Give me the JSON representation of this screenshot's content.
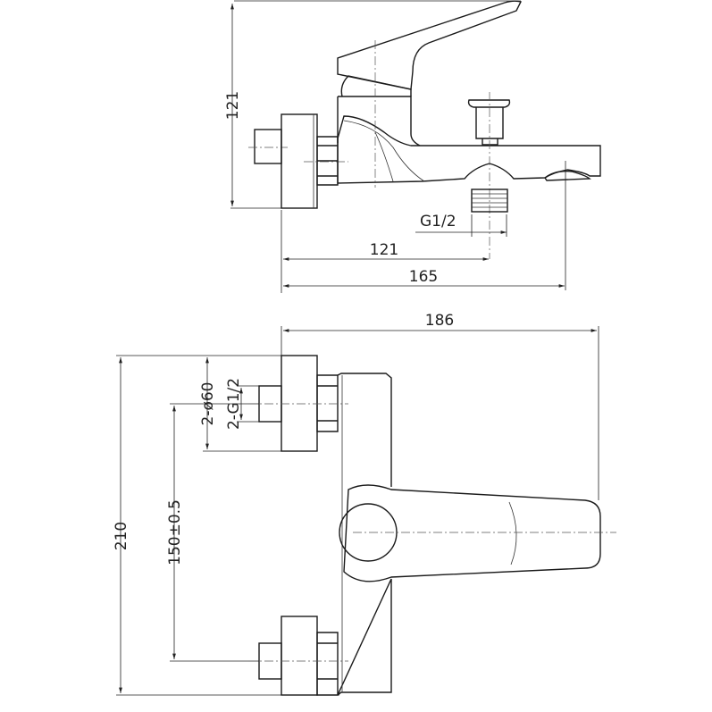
{
  "side_view": {
    "height_label": "121",
    "thread_label": "G1/2",
    "outlet_distance_label": "121",
    "total_depth_label": "165"
  },
  "front_view": {
    "width_label": "186",
    "height_label": "210",
    "center_distance_label": "150±0.5",
    "flange_diameter_label": "2-ø60",
    "inlet_thread_label": "2-G1/2"
  }
}
